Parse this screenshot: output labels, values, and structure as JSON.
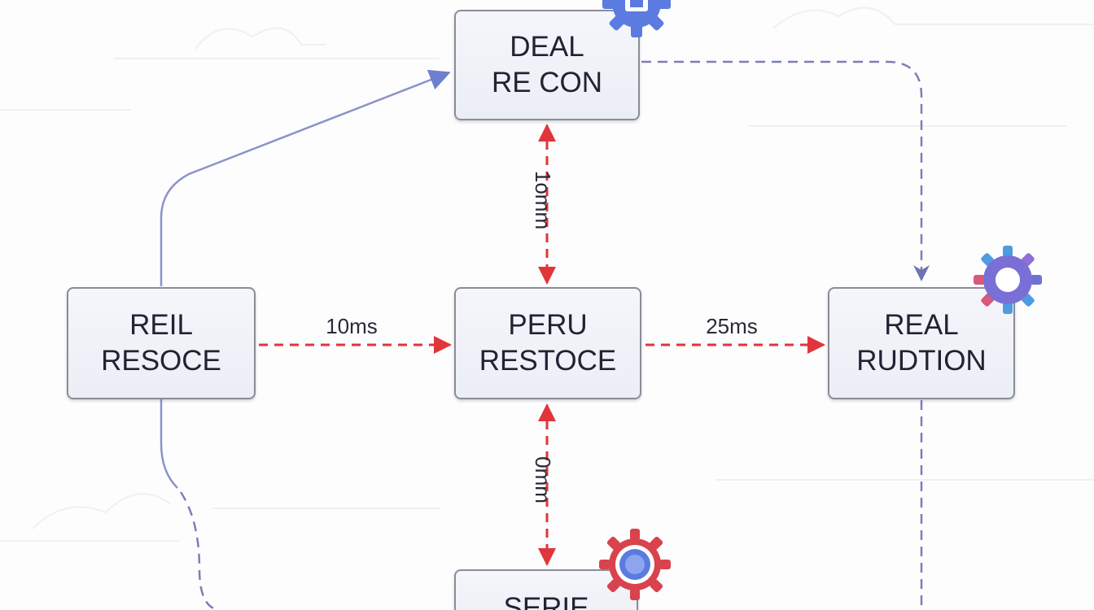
{
  "nodes": {
    "top": {
      "line1": "DEAL",
      "line2": "RE CON"
    },
    "left": {
      "line1": "REIL",
      "line2": "RESOCE"
    },
    "center": {
      "line1": "PERU",
      "line2": "RESTOCE"
    },
    "right": {
      "line1": "REAL",
      "line2": "RUDTION"
    },
    "bottom": {
      "line1": "SERIE"
    }
  },
  "edge_labels": {
    "left_to_center": "10ms",
    "center_to_right": "25ms",
    "top_center": "1omm",
    "center_bottom": "0mm"
  },
  "colors": {
    "latency_edge": "#e0353b",
    "flow_edge": "#7e87c0",
    "dashed_flow_edge": "#7a7fb6",
    "node_border": "#8a8d96",
    "gear_blue": "#4f6fd8",
    "gear_red": "#d8434d"
  },
  "icons": [
    "gear-icon",
    "gear-icon",
    "gear-icon"
  ]
}
